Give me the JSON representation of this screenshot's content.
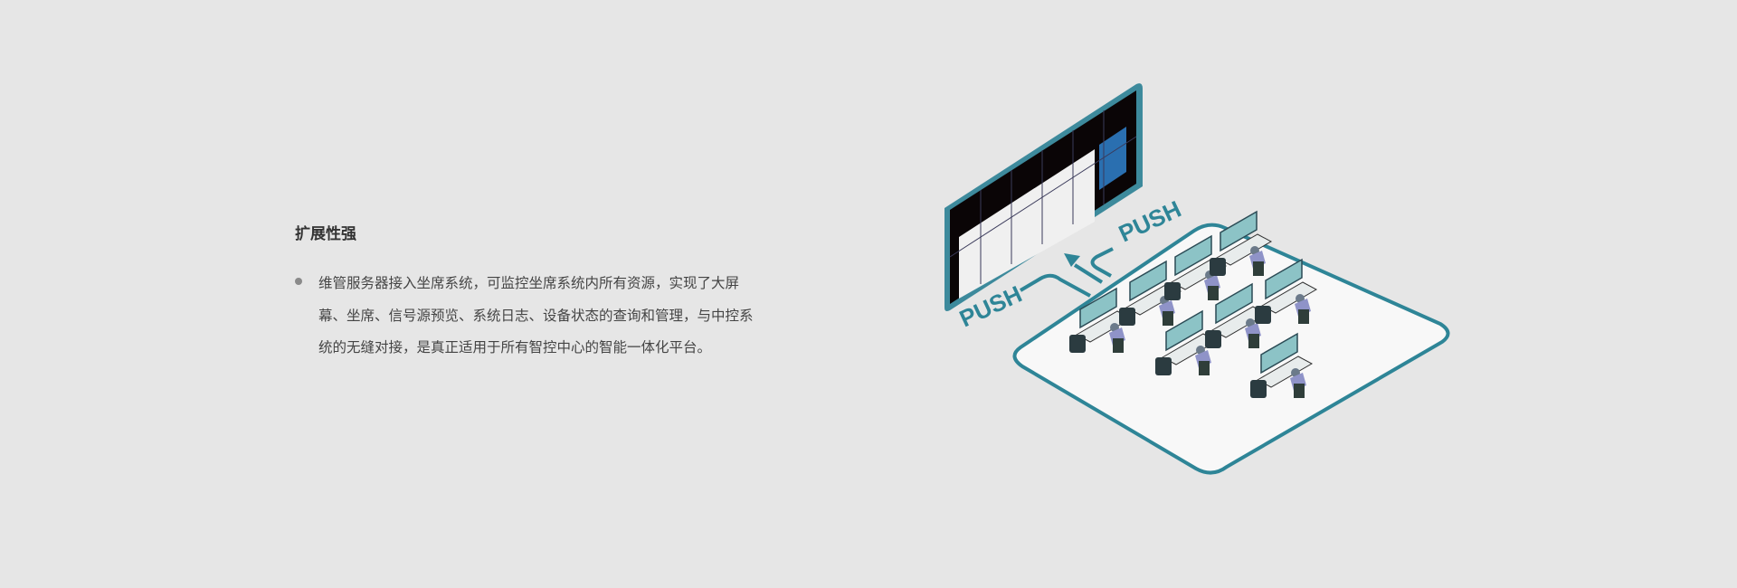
{
  "section": {
    "title": "扩展性强",
    "bullets": [
      "维管服务器接入坐席系统，可监控坐席系统内所有资源，实现了大屏幕、坐席、信号源预览、系统日志、设备状态的查询和管理，与中控系统的无缝对接，是真正适用于所有智控中心的智能一体化平台。"
    ]
  },
  "illustration": {
    "push_label_left": "PUSH",
    "push_label_right": "PUSH",
    "accent": "#2e8597",
    "wall_color": "#0a0506",
    "floor_color": "#f8f8f8"
  }
}
